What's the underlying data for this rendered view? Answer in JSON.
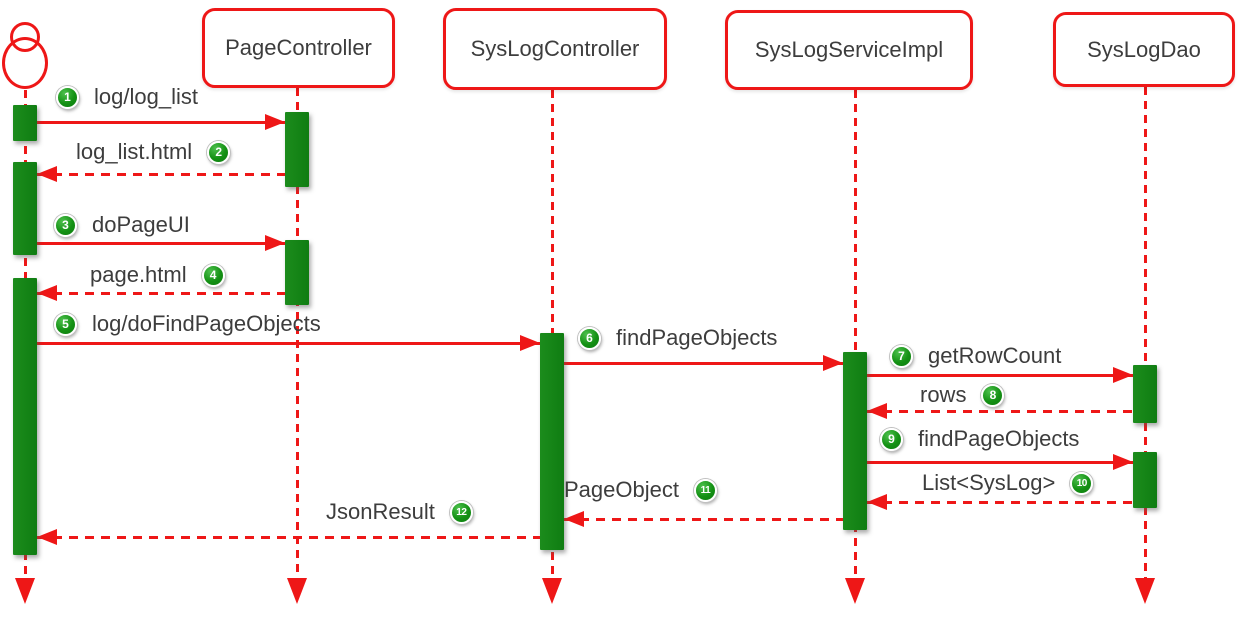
{
  "diagram": {
    "kind": "uml-sequence-diagram",
    "participants": [
      {
        "id": "actor",
        "label": "",
        "type": "actor"
      },
      {
        "id": "page_controller",
        "label": "PageController",
        "type": "object"
      },
      {
        "id": "syslog_controller",
        "label": "SysLogController",
        "type": "object"
      },
      {
        "id": "syslog_service_impl",
        "label": "SysLogServiceImpl",
        "type": "object"
      },
      {
        "id": "syslog_dao",
        "label": "SysLogDao",
        "type": "object"
      }
    ],
    "messages": [
      {
        "num": "1",
        "label": "log/log_list",
        "from": "actor",
        "to": "page_controller",
        "kind": "call",
        "badge_side": "left"
      },
      {
        "num": "2",
        "label": "log_list.html",
        "from": "page_controller",
        "to": "actor",
        "kind": "return",
        "badge_side": "right"
      },
      {
        "num": "3",
        "label": "doPageUI",
        "from": "actor",
        "to": "page_controller",
        "kind": "call",
        "badge_side": "left"
      },
      {
        "num": "4",
        "label": "page.html",
        "from": "page_controller",
        "to": "actor",
        "kind": "return",
        "badge_side": "right"
      },
      {
        "num": "5",
        "label": "log/doFindPageObjects",
        "from": "actor",
        "to": "syslog_controller",
        "kind": "call",
        "badge_side": "left"
      },
      {
        "num": "6",
        "label": "findPageObjects",
        "from": "syslog_controller",
        "to": "syslog_service_impl",
        "kind": "call",
        "badge_side": "left"
      },
      {
        "num": "7",
        "label": "getRowCount",
        "from": "syslog_service_impl",
        "to": "syslog_dao",
        "kind": "call",
        "badge_side": "left"
      },
      {
        "num": "8",
        "label": "rows",
        "from": "syslog_dao",
        "to": "syslog_service_impl",
        "kind": "return",
        "badge_side": "right"
      },
      {
        "num": "9",
        "label": "findPageObjects",
        "from": "syslog_service_impl",
        "to": "syslog_dao",
        "kind": "call",
        "badge_side": "left"
      },
      {
        "num": "10",
        "label": "List<SysLog>",
        "from": "syslog_dao",
        "to": "syslog_service_impl",
        "kind": "return",
        "badge_side": "right"
      },
      {
        "num": "11",
        "label": "PageObject",
        "from": "syslog_service_impl",
        "to": "syslog_controller",
        "kind": "return",
        "badge_side": "right"
      },
      {
        "num": "12",
        "label": "JsonResult",
        "from": "syslog_controller",
        "to": "actor",
        "kind": "return",
        "badge_side": "right"
      }
    ],
    "colors": {
      "line": "#ee1717",
      "activation": "#128112",
      "badge": "#128a12",
      "text": "#3d3d3d",
      "box_border": "#ee1717",
      "box_bg": "#ffffff"
    }
  }
}
